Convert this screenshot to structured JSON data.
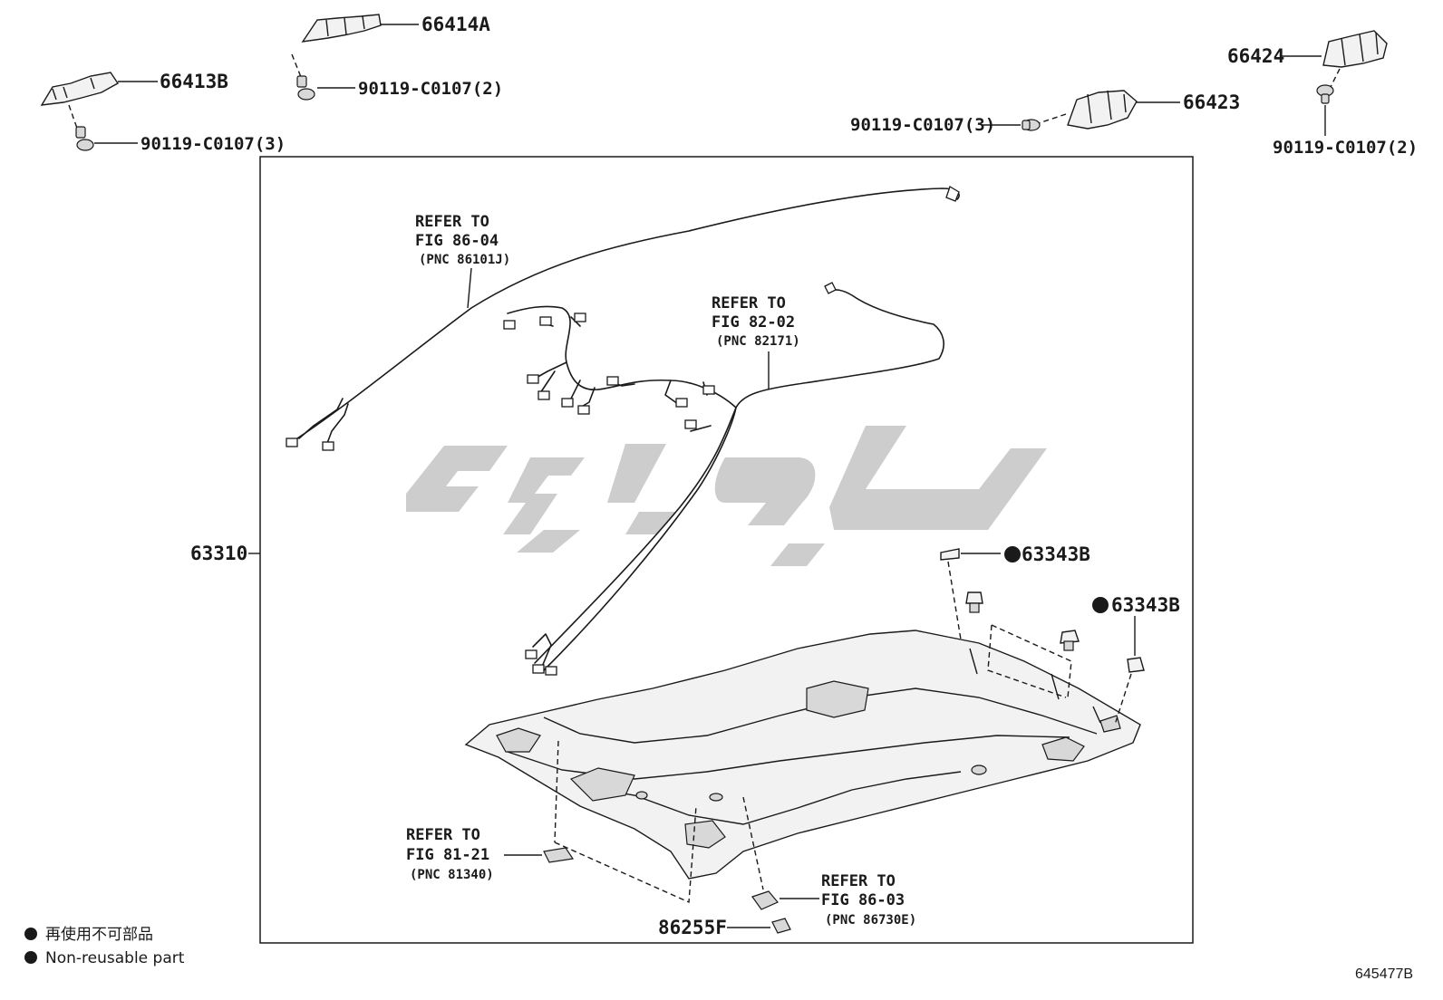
{
  "labels": {
    "p66414A": "66414A",
    "p66413B": "66413B",
    "p66424": "66424",
    "p66423": "66423",
    "screw_a": "90119-C0107(2)",
    "screw_b": "90119-C0107(3)",
    "screw_c": "90119-C0107(3)",
    "screw_d": "90119-C0107(2)",
    "p63310": "63310",
    "p63343B_1": "63343B",
    "p63343B_2": "63343B",
    "p86255F": "86255F"
  },
  "refs": {
    "r8604": {
      "line1": "REFER TO",
      "line2": "FIG 86-04",
      "line3": "(PNC 86101J)"
    },
    "r8202": {
      "line1": "REFER TO",
      "line2": "FIG 82-02",
      "line3": "(PNC 82171)"
    },
    "r8121": {
      "line1": "REFER TO",
      "line2": "FIG 81-21",
      "line3": "(PNC 81340)"
    },
    "r8603": {
      "line1": "REFER TO",
      "line2": "FIG 86-03",
      "line3": "(PNC 86730E)"
    }
  },
  "legend": {
    "line1": "再使用不可部品",
    "line2": "Non-reusable part"
  },
  "diagram_code": "645477B"
}
